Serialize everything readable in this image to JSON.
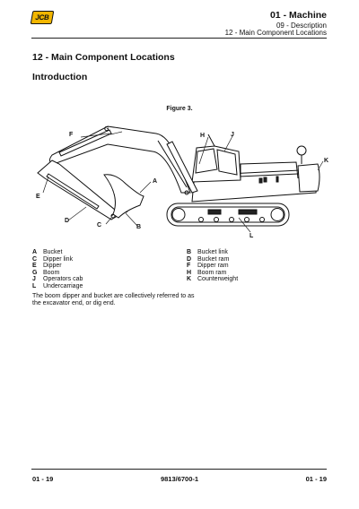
{
  "header": {
    "logo": "JCB",
    "title": "01 - Machine",
    "subtitle": "09 - Description",
    "section_ref": "12 - Main Component Locations"
  },
  "section_title": "12 - Main Component Locations",
  "subsection_title": "Introduction",
  "figure": {
    "caption": "Figure 3.",
    "callouts": [
      "A",
      "B",
      "C",
      "D",
      "E",
      "F",
      "G",
      "H",
      "J",
      "K",
      "L"
    ]
  },
  "legend_left": [
    {
      "key": "A",
      "label": "Bucket"
    },
    {
      "key": "C",
      "label": "Dipper link"
    },
    {
      "key": "E",
      "label": "Dipper"
    },
    {
      "key": "G",
      "label": "Boom"
    },
    {
      "key": "J",
      "label": "Operators cab"
    },
    {
      "key": "L",
      "label": "Undercarriage"
    }
  ],
  "legend_right": [
    {
      "key": "B",
      "label": "Bucket link"
    },
    {
      "key": "D",
      "label": "Bucket ram"
    },
    {
      "key": "F",
      "label": "Dipper ram"
    },
    {
      "key": "H",
      "label": "Boom ram"
    },
    {
      "key": "K",
      "label": "Counterweight"
    }
  ],
  "note": "The boom dipper and bucket are collectively referred to as the excavator end, or dig end.",
  "footer": {
    "page_left": "01 - 19",
    "doc_number": "9813/6700-1",
    "page_right": "01 - 19"
  }
}
